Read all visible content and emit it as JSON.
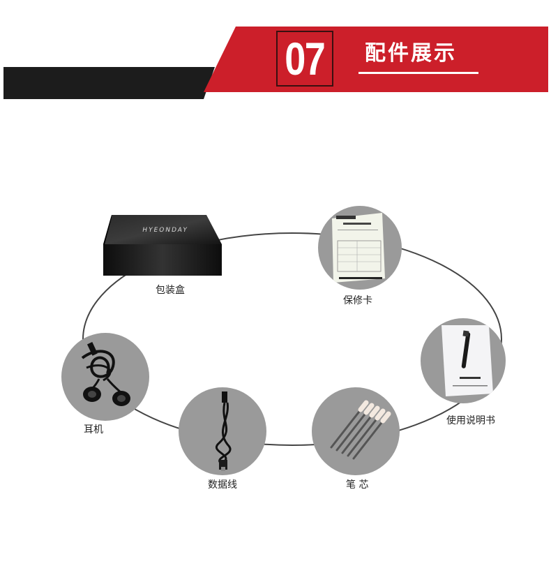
{
  "section": {
    "number": "07",
    "title": "配件展示",
    "accent_color": "#cc1f2a",
    "dark_bar_color": "#1c1c1c"
  },
  "box": {
    "brand_text": "HYEONDAY"
  },
  "accessories": [
    {
      "label": "包装盒",
      "icon": "packaging-box-image"
    },
    {
      "label": "保修卡",
      "icon": "warranty-card-image"
    },
    {
      "label": "使用说明书",
      "icon": "manual-image"
    },
    {
      "label": "笔 芯",
      "icon": "pen-refill-image"
    },
    {
      "label": "数据线",
      "icon": "data-cable-image"
    },
    {
      "label": "耳机",
      "icon": "earphones-image"
    }
  ]
}
